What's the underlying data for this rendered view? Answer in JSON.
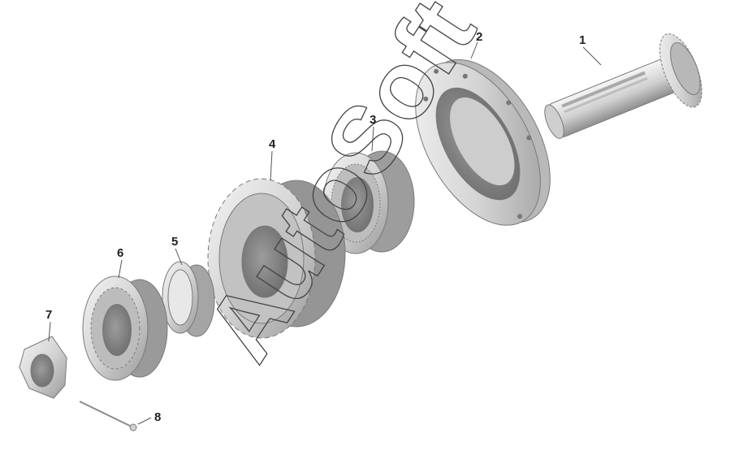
{
  "parts": [
    {
      "number": "1",
      "name": "shaft"
    },
    {
      "number": "2",
      "name": "bearing-housing"
    },
    {
      "number": "3",
      "name": "needle-bearing"
    },
    {
      "number": "4",
      "name": "gear"
    },
    {
      "number": "5",
      "name": "spacer-ring"
    },
    {
      "number": "6",
      "name": "ball-bearing"
    },
    {
      "number": "7",
      "name": "lock-nut"
    },
    {
      "number": "8",
      "name": "lock-pin"
    }
  ],
  "watermark": "AutoSoft",
  "colors": {
    "metal_light": "#ececec",
    "metal_mid": "#c8c8c8",
    "metal_dark": "#8c8c8c",
    "label": "#222222"
  }
}
